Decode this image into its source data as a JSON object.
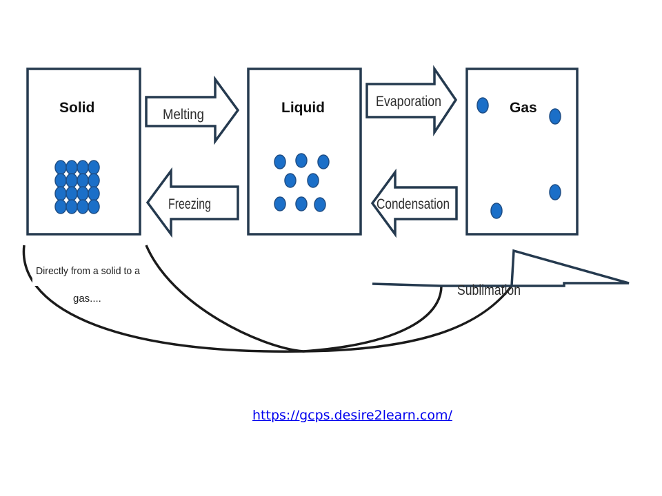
{
  "states": {
    "solid": "Solid",
    "liquid": "Liquid",
    "gas": "Gas"
  },
  "processes": {
    "melting": "Melting",
    "freezing": "Freezing",
    "evaporation": "Evaporation",
    "condensation": "Condensation",
    "sublimation": "Sublimation"
  },
  "note": {
    "line1": "Directly from a solid to a",
    "line2": "gas...."
  },
  "source_link": "https://gcps.desire2learn.com/",
  "colors": {
    "particle": "#1b6fc8",
    "outline": "#253a4f",
    "link": "#0000ee"
  }
}
